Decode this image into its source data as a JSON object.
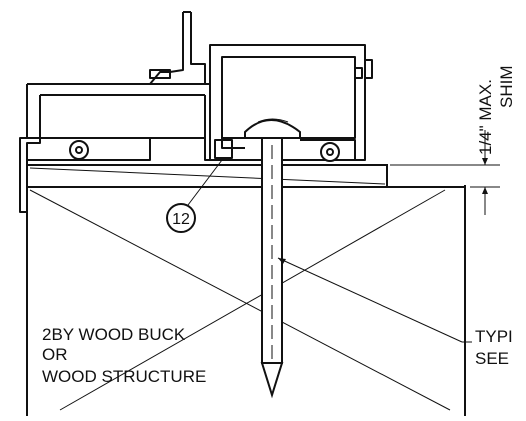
{
  "callout": {
    "number": "12"
  },
  "dimension": {
    "max_label": "1/4\" MAX.",
    "shim_label": "SHIM"
  },
  "buck": {
    "line1": "2BY WOOD BUCK",
    "line2": "OR",
    "line3": "WOOD STRUCTURE"
  },
  "note": {
    "line1": "TYPI",
    "line2": "SEE"
  }
}
